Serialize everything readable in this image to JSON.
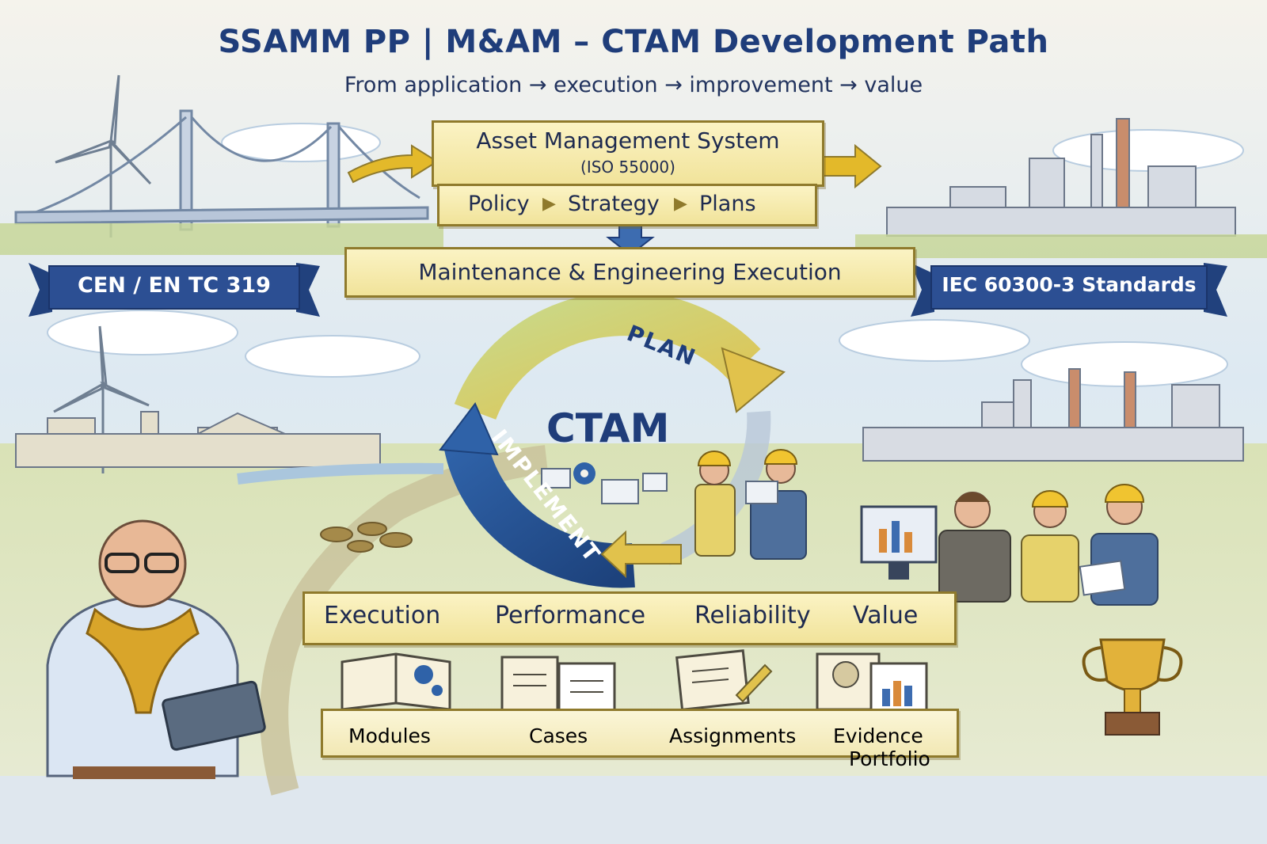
{
  "header": {
    "title": "SSAMM PP | M&AM – CTAM Development Path",
    "subtitle": "From application → execution → improvement → value"
  },
  "ams": {
    "title": "Asset Management System",
    "standard": "(ISO 55000)",
    "steps": [
      "Policy",
      "Strategy",
      "Plans"
    ]
  },
  "execution_layer": {
    "label": "Maintenance & Engineering Execution"
  },
  "banners": {
    "left": "CEN / EN TC 319",
    "right": "IEC 60300-3 Standards"
  },
  "cycle": {
    "center": "CTAM",
    "phases": [
      "PLAN",
      "IMPLEMENT"
    ]
  },
  "value_chain": [
    "Execution",
    "Performance",
    "Reliability",
    "Value"
  ],
  "resources": [
    "Modules",
    "Cases",
    "Assignments",
    "Evidence",
    "Portfolio"
  ],
  "colors": {
    "navy": "#1f3d7a",
    "scroll": "#f6eab0",
    "banner": "#2c4f93",
    "arrow": "#e3b92a"
  },
  "icons": [
    "wind-turbine-icon",
    "bridge-icon",
    "factory-icon",
    "gear-icon",
    "trophy-icon",
    "tablet-icon",
    "book-icon",
    "document-icon",
    "chart-icon"
  ]
}
